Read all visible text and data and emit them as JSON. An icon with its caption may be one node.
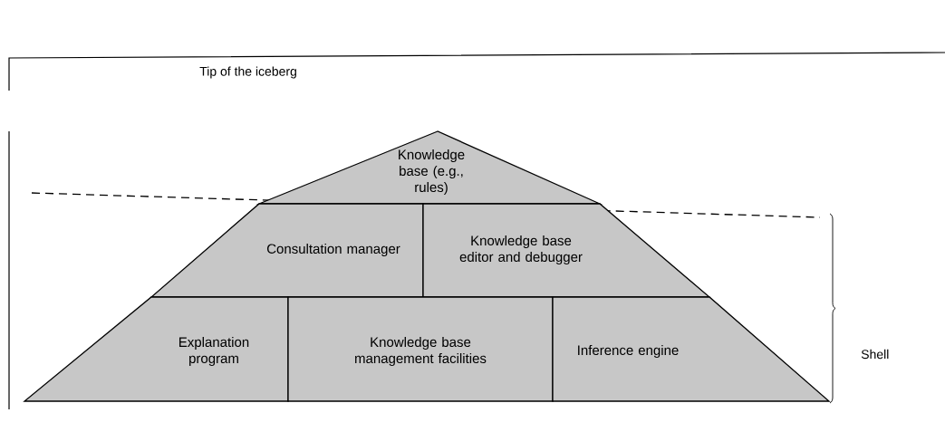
{
  "diagram": {
    "nodes": [
      {
        "text": [
          "Knowledge base (e.g., rules)"
        ]
      },
      {
        "text": [
          "Consultation manager"
        ]
      },
      {
        "text": [
          "Knowledge base editor and debugger"
        ]
      },
      {
        "text": [
          "Explanation program"
        ]
      },
      {
        "text": [
          "Knowledge base management facilities"
        ]
      },
      {
        "text": [
          "Inference engine"
        ]
      }
    ],
    "labels": [
      "Tip of the iceberg",
      "Shell"
    ]
  }
}
